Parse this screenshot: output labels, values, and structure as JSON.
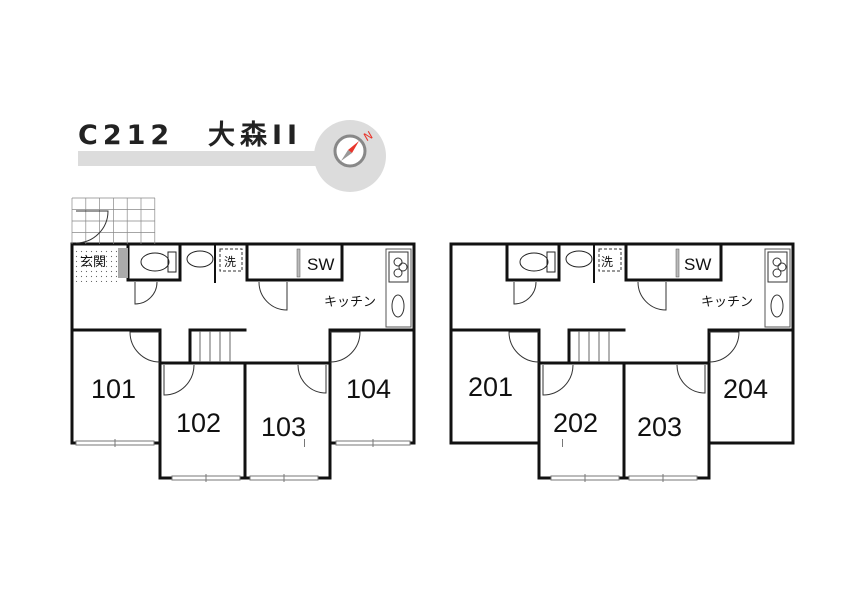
{
  "header": {
    "code": "C212",
    "name": "大森II",
    "compass_label": "N"
  },
  "colors": {
    "wall": "#111111",
    "band": "#dcdcdc",
    "compass_red": "#e8352b",
    "entry_gray": "#aaaaaa"
  },
  "floor1": {
    "entrance": "玄関",
    "laundry": "洗",
    "closet": "SW",
    "kitchen": "キッチン",
    "rooms": [
      "101",
      "102",
      "103",
      "104"
    ]
  },
  "floor2": {
    "laundry": "洗",
    "closet": "SW",
    "kitchen": "キッチン",
    "rooms": [
      "201",
      "202",
      "203",
      "204"
    ]
  }
}
